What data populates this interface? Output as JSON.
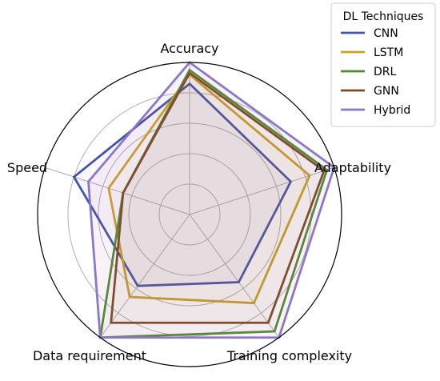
{
  "chart_data": {
    "type": "radar",
    "axes": [
      "Accuracy",
      "Adaptability",
      "Training complexity",
      "Data requirement",
      "Speed"
    ],
    "rlim": [
      0,
      1
    ],
    "grid": true,
    "legend": {
      "title": "DL Techniques",
      "placement": "top-right"
    },
    "series": [
      {
        "name": "CNN",
        "color": "#4254a8",
        "values": [
          0.86,
          0.7,
          0.55,
          0.58,
          0.8
        ]
      },
      {
        "name": "LSTM",
        "color": "#c9a227",
        "values": [
          0.92,
          0.83,
          0.72,
          0.67,
          0.56
        ]
      },
      {
        "name": "DRL",
        "color": "#4f8c2f",
        "values": [
          0.95,
          0.95,
          0.95,
          1.0,
          0.46
        ]
      },
      {
        "name": "GNN",
        "color": "#7a4a22",
        "values": [
          0.93,
          0.93,
          0.88,
          0.88,
          0.46
        ]
      },
      {
        "name": "Hybrid",
        "color": "#8a78c8",
        "values": [
          1.0,
          1.0,
          1.0,
          1.0,
          0.7
        ]
      }
    ]
  }
}
